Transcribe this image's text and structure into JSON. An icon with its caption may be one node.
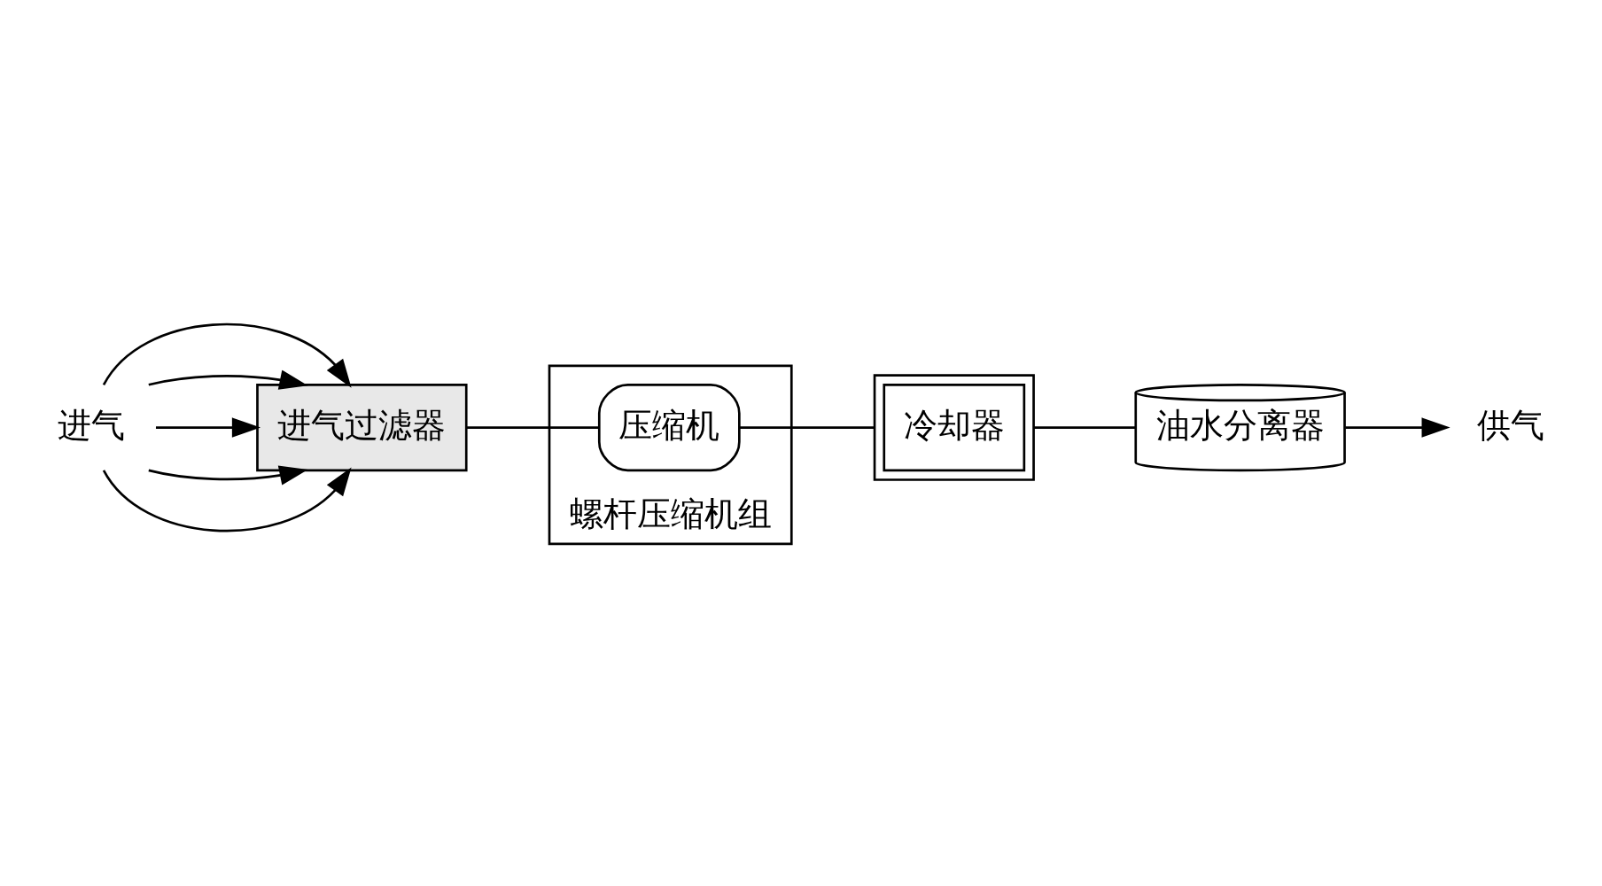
{
  "diagram": {
    "nodes": [
      {
        "text": [
          "进气"
        ]
      },
      {
        "text": [
          "进气过滤器"
        ]
      },
      {
        "text": [
          "螺杆压缩机组"
        ]
      },
      {
        "text": [
          "压缩机"
        ],
        "in": 2
      },
      {
        "text": [
          "冷却器"
        ]
      },
      {
        "text": [
          "油水分离器"
        ]
      },
      {
        "text": [
          "供气"
        ]
      }
    ],
    "edges": [
      {
        "from": 0,
        "to": 1,
        "arrow": "to"
      },
      {
        "from": 0,
        "to": 1,
        "arrow": "to"
      },
      {
        "from": 0,
        "to": 1,
        "arrow": "to"
      },
      {
        "from": 0,
        "to": 1,
        "arrow": "to"
      },
      {
        "from": 0,
        "to": 1,
        "arrow": "to"
      },
      {
        "from": 1,
        "to": 3,
        "arrow": "none"
      },
      {
        "from": 3,
        "to": 4,
        "arrow": "none"
      },
      {
        "from": 4,
        "to": 5,
        "arrow": "none"
      },
      {
        "from": 5,
        "to": 6,
        "arrow": "to"
      }
    ]
  }
}
